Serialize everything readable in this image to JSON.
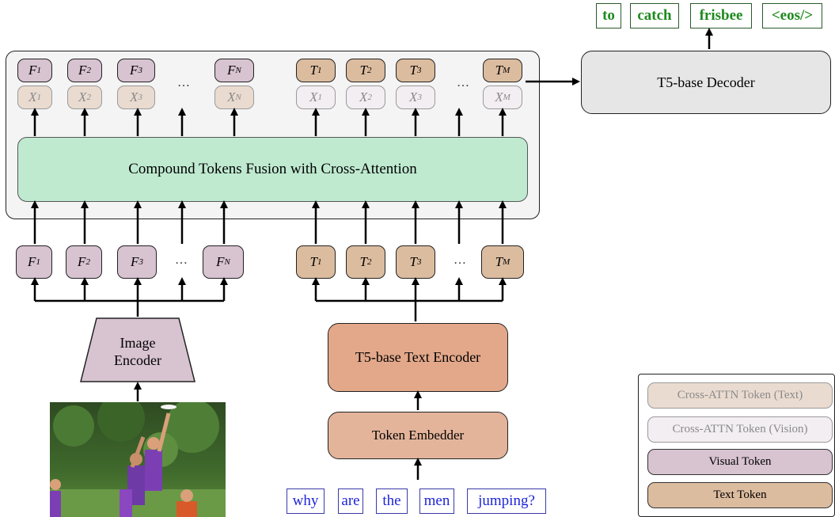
{
  "output_words": [
    "to",
    "catch",
    "frisbee",
    "<eos/>"
  ],
  "question_words": [
    "why",
    "are",
    "the",
    "men",
    "jumping?"
  ],
  "fusion_label": "Compound Tokens Fusion with Cross-Attention",
  "decoder_label": "T5-base Decoder",
  "image_encoder_label": [
    "Image",
    "Encoder"
  ],
  "text_encoder_label": "T5-base Text Encoder",
  "embedder_label": "Token Embedder",
  "ellipsis": "…",
  "visual_tokens": [
    {
      "sym": "F",
      "sub": "1"
    },
    {
      "sym": "F",
      "sub": "2"
    },
    {
      "sym": "F",
      "sub": "3"
    },
    {
      "sym": "F",
      "sub": "N"
    }
  ],
  "text_tokens": [
    {
      "sym": "T",
      "sub": "1"
    },
    {
      "sym": "T",
      "sub": "2"
    },
    {
      "sym": "T",
      "sub": "3"
    },
    {
      "sym": "T",
      "sub": "M"
    }
  ],
  "cross_vis_tokens": [
    {
      "sym": "X",
      "sub": "1"
    },
    {
      "sym": "X",
      "sub": "2"
    },
    {
      "sym": "X",
      "sub": "3"
    },
    {
      "sym": "X",
      "sub": "N"
    }
  ],
  "cross_txt_tokens": [
    {
      "sym": "X",
      "sub": "1"
    },
    {
      "sym": "X",
      "sub": "2"
    },
    {
      "sym": "X",
      "sub": "3"
    },
    {
      "sym": "X",
      "sub": "M"
    }
  ],
  "legend": {
    "cross_text": "Cross-ATTN Token (Text)",
    "cross_vision": "Cross-ATTN Token (Vision)",
    "visual": "Visual Token",
    "text": "Text Token"
  },
  "colors": {
    "visual_token": "#d8c3d1",
    "text_token": "#dcbc9f",
    "fusion": "#bfead0",
    "decoder": "#e6e6e6",
    "encoder": "#e3a88a",
    "output_word": "#1e8a1e",
    "question_word": "#1f25d8"
  }
}
